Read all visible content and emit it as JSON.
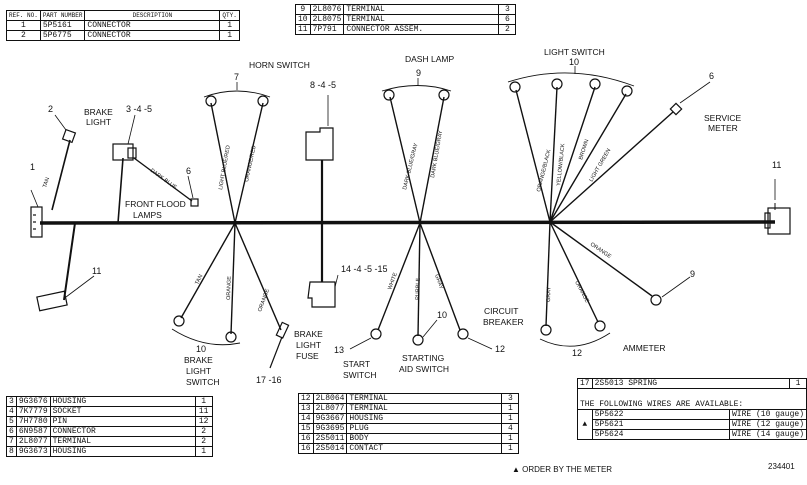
{
  "tables": {
    "top_left": {
      "headers": [
        "REF. NO.",
        "PART NUMBER",
        "DESCRIPTION",
        "QTY."
      ],
      "rows": [
        {
          "ref": "1",
          "part": "5P5161",
          "desc": "CONNECTOR",
          "qty": "1"
        },
        {
          "ref": "2",
          "part": "5P6775",
          "desc": "CONNECTOR",
          "qty": "1"
        }
      ]
    },
    "top_mid": {
      "rows": [
        {
          "ref": "9",
          "part": "2L8076",
          "desc": "TERMINAL",
          "qty": "3"
        },
        {
          "ref": "10",
          "part": "2L8075",
          "desc": "TERMINAL",
          "qty": "6"
        },
        {
          "ref": "11",
          "part": "7P791",
          "desc": "CONNECTOR ASSEM.",
          "qty": "2"
        }
      ]
    },
    "bottom_left": {
      "rows": [
        {
          "ref": "3",
          "part": "9G3676",
          "desc": "HOUSING",
          "qty": "1"
        },
        {
          "ref": "4",
          "part": "7K7779",
          "desc": "SOCKET",
          "qty": "11"
        },
        {
          "ref": "5",
          "part": "7H7780",
          "desc": "PIN",
          "qty": "12"
        },
        {
          "ref": "6",
          "part": "6N9587",
          "desc": "CONNECTOR",
          "qty": "2"
        },
        {
          "ref": "7",
          "part": "2L8077",
          "desc": "TERMINAL",
          "qty": "2"
        },
        {
          "ref": "8",
          "part": "9G3673",
          "desc": "HOUSING",
          "qty": "1"
        }
      ]
    },
    "bottom_mid": {
      "rows": [
        {
          "ref": "12",
          "part": "2L8064",
          "desc": "TERMINAL",
          "qty": "3"
        },
        {
          "ref": "13",
          "part": "2L8077",
          "desc": "TERMINAL",
          "qty": "1"
        },
        {
          "ref": "14",
          "part": "9G3667",
          "desc": "HOUSING",
          "qty": "1"
        },
        {
          "ref": "15",
          "part": "9G3695",
          "desc": "PLUG",
          "qty": "4"
        },
        {
          "ref": "16",
          "part": "2S5011",
          "desc": "BODY",
          "qty": "1"
        },
        {
          "ref": "16",
          "part": "2S5014",
          "desc": "CONTACT",
          "qty": "1"
        }
      ]
    },
    "bottom_right": {
      "spring": {
        "ref": "17",
        "part": "2S5013",
        "desc": "SPRING",
        "qty": "1"
      },
      "note": "THE FOLLOWING WIRES ARE AVAILABLE:",
      "marker": "▲",
      "wires": [
        {
          "part": "5P5622",
          "desc": "WIRE",
          "gauge": "(10 gauge)"
        },
        {
          "part": "5P5621",
          "desc": "WIRE",
          "gauge": "(12 gauge)"
        },
        {
          "part": "5P5624",
          "desc": "WIRE",
          "gauge": "(14 gauge)"
        }
      ]
    }
  },
  "labels": {
    "horn_switch": "HORN SWITCH",
    "dash_lamp": "DASH LAMP",
    "light_switch": "LIGHT SWITCH",
    "service_meter_1": "SERVICE",
    "service_meter_2": "METER",
    "brake_light_1": "BRAKE",
    "brake_light_2": "LIGHT",
    "front_flood_1": "FRONT FLOOD",
    "front_flood_2": "LAMPS",
    "brake_light_switch_1": "BRAKE",
    "brake_light_switch_2": "LIGHT",
    "brake_light_switch_3": "SWITCH",
    "brake_light_fuse_1": "BRAKE",
    "brake_light_fuse_2": "LIGHT",
    "brake_light_fuse_3": "FUSE",
    "start_switch_1": "START",
    "start_switch_2": "SWITCH",
    "starting_aid_1": "STARTING",
    "starting_aid_2": "AID SWITCH",
    "circuit_breaker_1": "CIRCUIT",
    "circuit_breaker_2": "BREAKER",
    "ammeter": "AMMETER"
  },
  "refs": {
    "r1": "1",
    "r2": "2",
    "r345": "3 -4 -5",
    "r6a": "6",
    "r7": "7",
    "r845": "8 -4 -5",
    "r9a": "9",
    "r10a": "10",
    "r6b": "6",
    "r11a": "11",
    "r11b": "11",
    "r10b": "10",
    "r1716": "17 -16",
    "r14": "14 -4 -5 -15",
    "r13": "13",
    "r10c": "10",
    "r12a": "12",
    "r12b": "12",
    "r9b": "9"
  },
  "wires": {
    "tan_top": "TAN",
    "dark_blue": "DARK BLUE",
    "light_blue": "LIGHT BLUE/RED",
    "orange_red": "ORANGE/RED",
    "dark_blue_gray": "DARK BLUE/GRAY",
    "dark_blue_gray2": "DARK BLUE/GRAY",
    "orange_black": "ORANGE/BLACK",
    "yellow_black": "YELLOW/BLACK",
    "brown": "BROWN",
    "light_green": "LIGHT GREEN",
    "tan_low": "TAN",
    "orange_low": "ORANGE",
    "orange_low2": "ORANGE",
    "white": "WHITE",
    "purple": "PURPLE",
    "gray": "GRAY",
    "gray2": "GRAY",
    "orange_r": "ORANGE",
    "orange_r2": "ORANGE"
  },
  "footer": {
    "order_note": "▲ ORDER BY THE METER",
    "drawing_no": "234401"
  }
}
